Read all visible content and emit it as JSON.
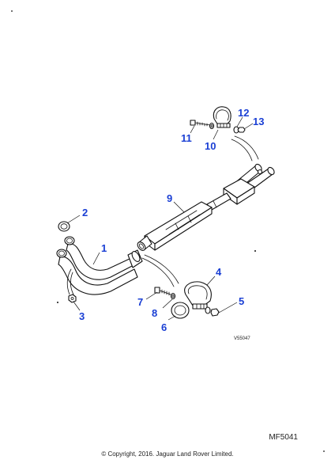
{
  "figure_code": "MF5041",
  "copyright": "© Copyright, 2016. Jaguar Land Rover Limited.",
  "image_ref": "V55047",
  "callouts": {
    "c1": "1",
    "c2": "2",
    "c3": "3",
    "c4": "4",
    "c5": "5",
    "c6": "6",
    "c7": "7",
    "c8": "8",
    "c9": "9",
    "c10": "10",
    "c11": "11",
    "c12": "12",
    "c13": "13"
  },
  "colors": {
    "callout": "#1a3fd4",
    "line": "#111111"
  }
}
